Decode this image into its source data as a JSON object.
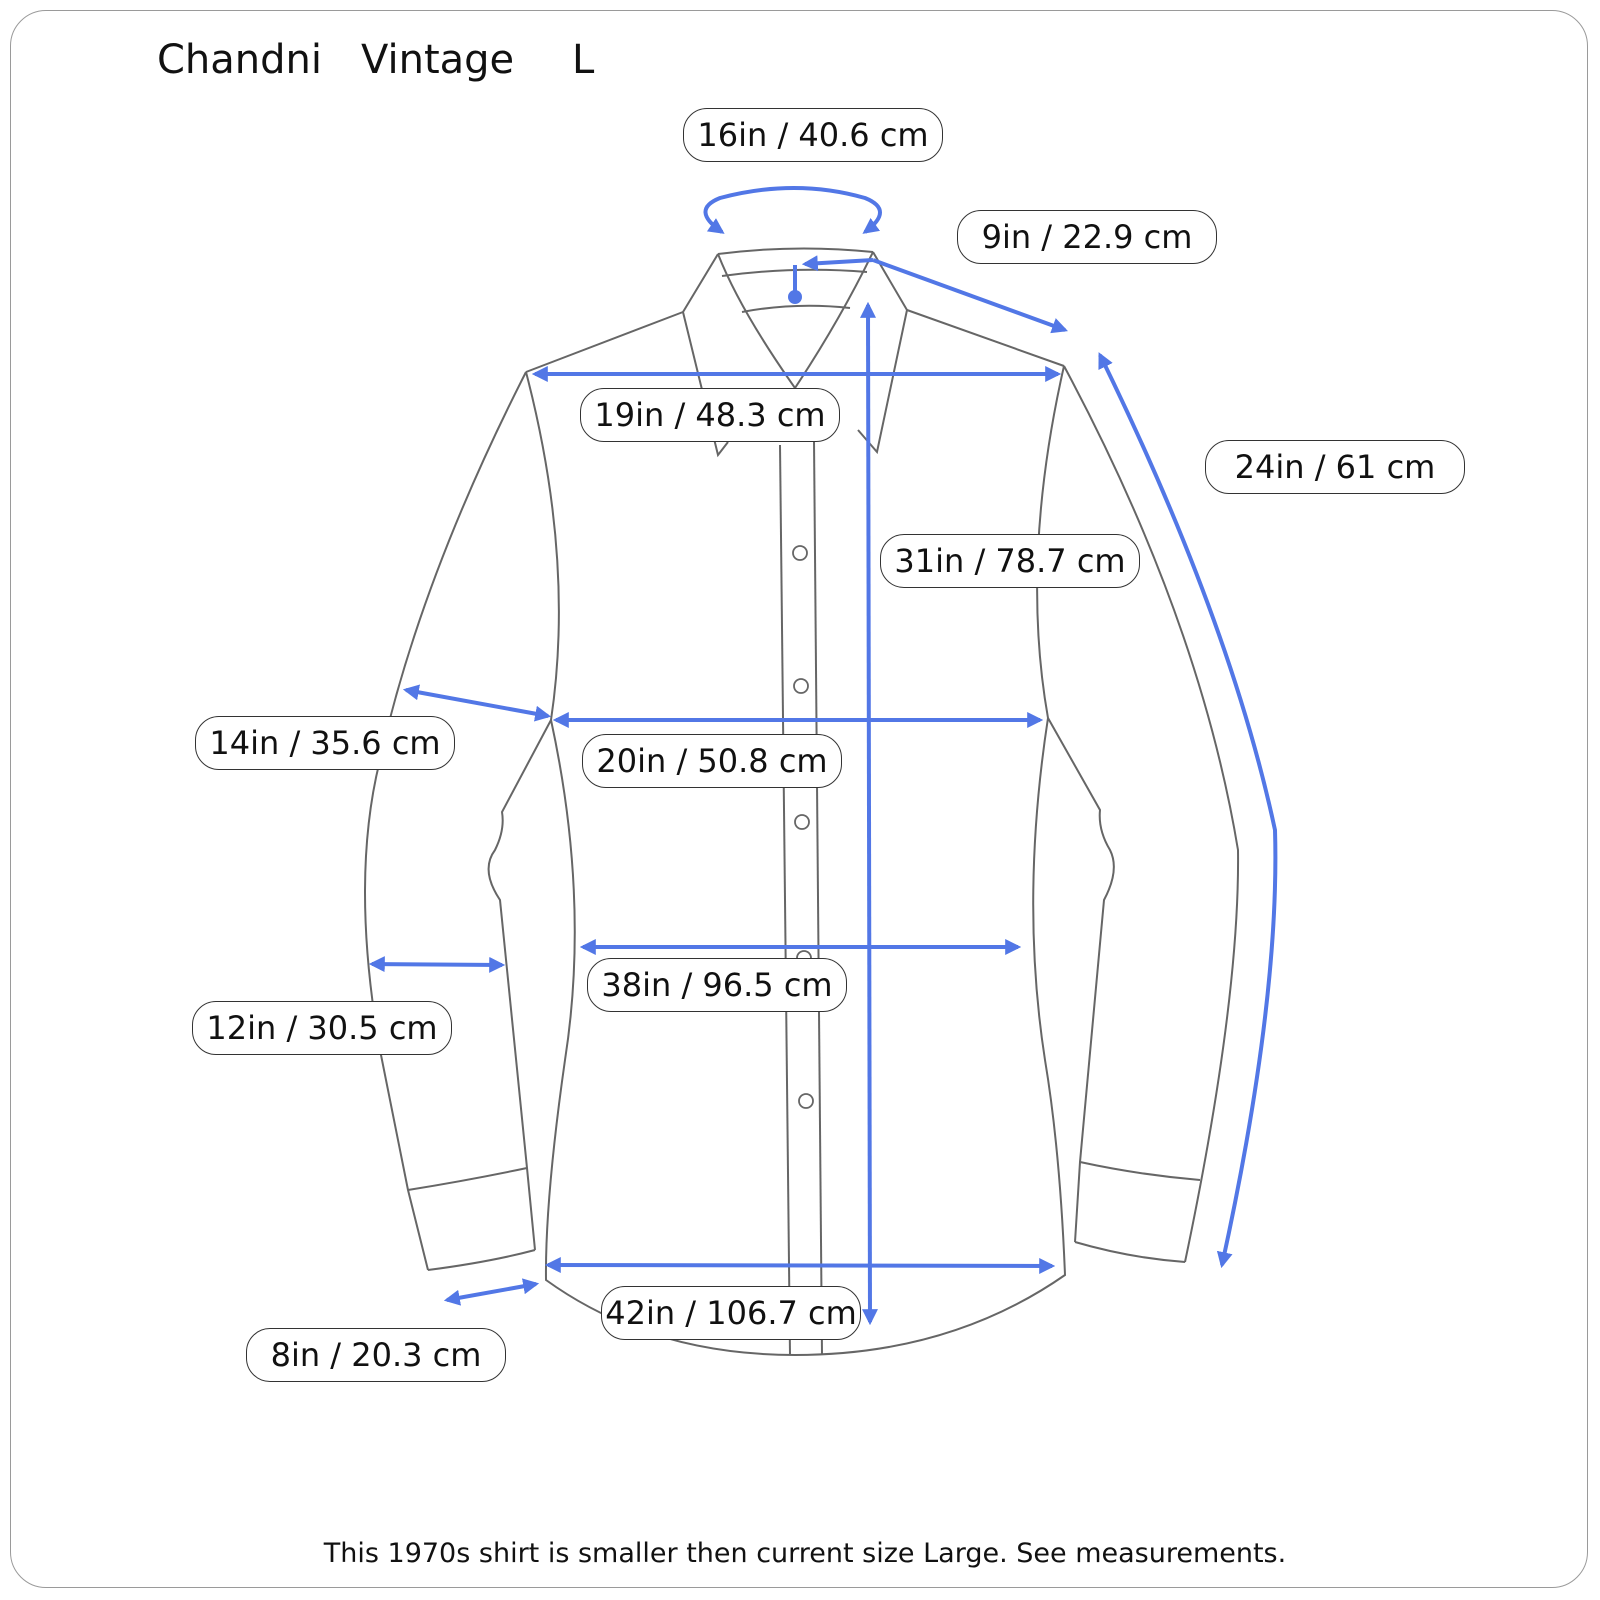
{
  "header": {
    "brand": "Chandni",
    "style": "Vintage",
    "size": "L"
  },
  "colors": {
    "accent": "#5277e6",
    "outline": "#666666"
  },
  "measurements": {
    "collar": "16in / 40.6 cm",
    "shoulder": "9in / 22.9 cm",
    "across_shoulders": "19in / 48.3 cm",
    "sleeve_length": "24in / 61 cm",
    "body_length": "31in / 78.7 cm",
    "bicep": "14in / 35.6 cm",
    "chest": "20in / 50.8 cm",
    "waist": "38in / 96.5 cm",
    "forearm": "12in / 30.5 cm",
    "hem": "42in / 106.7 cm",
    "cuff": "8in / 20.3 cm"
  },
  "footer": {
    "note": "This 1970s shirt is smaller then current size Large. See measurements."
  }
}
